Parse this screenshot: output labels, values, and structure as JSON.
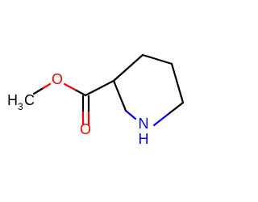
{
  "molecule": {
    "labels": {
      "oxygen_ester": "O",
      "oxygen_carbonyl": "O",
      "nitrogen": "N",
      "hydrogen_nh": "H",
      "methyl_h": "H",
      "methyl_sub": "3",
      "methyl_c": "C"
    },
    "colors": {
      "carbon": "#000000",
      "oxygen": "#ff0000",
      "nitrogen": "#0000ff"
    }
  }
}
